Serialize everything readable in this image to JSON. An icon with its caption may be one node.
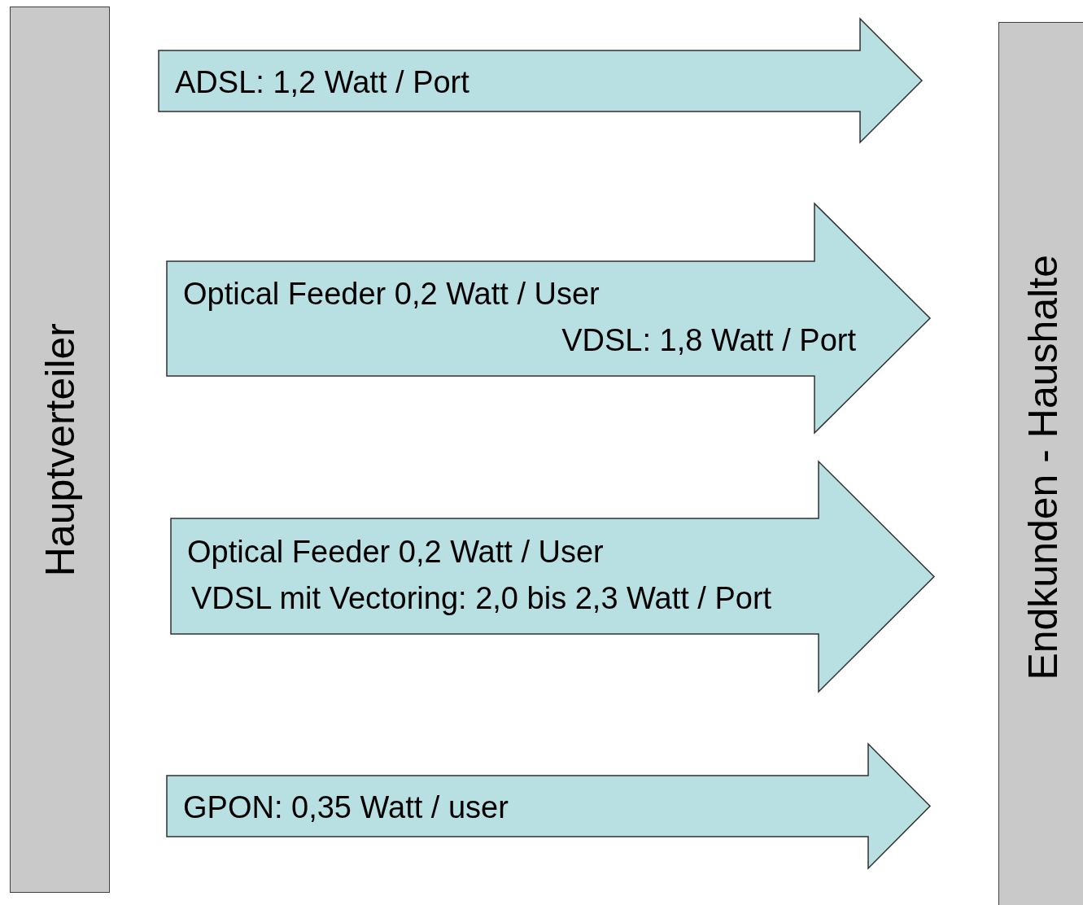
{
  "diagram": {
    "nodes": [
      {
        "text": [
          "Hauptverteiler"
        ]
      },
      {
        "text": [
          "ADSL: 1,2 Watt / Port"
        ]
      },
      {
        "text": [
          "Optical Feeder 0,2 Watt / User",
          "VDSL: 1,8 Watt / Port"
        ]
      },
      {
        "text": [
          "Optical Feeder 0,2 Watt / User",
          "VDSL mit Vectoring: 2,0 bis 2,3 Watt / Port"
        ]
      },
      {
        "text": [
          "GPON: 0,35 Watt / user"
        ]
      },
      {
        "text": [
          "Endkunden - Haushalte"
        ]
      }
    ]
  }
}
